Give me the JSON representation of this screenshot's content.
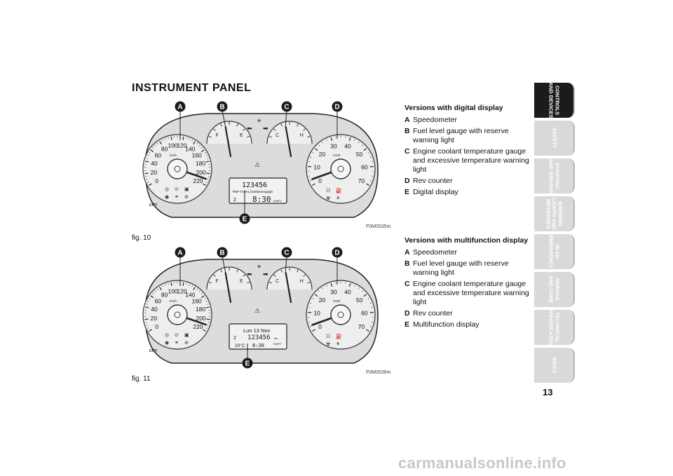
{
  "title": "INSTRUMENT PANEL",
  "figures": [
    {
      "caption": "fig. 10",
      "code": "F0M0535m",
      "callouts": [
        "A",
        "B",
        "C",
        "D",
        "E"
      ],
      "display": {
        "odometer": "123456",
        "trip_line": "TRIP TOTAL",
        "units": "l/100km/mpg/gh",
        "clock": "8:30",
        "gear_prefix": "2",
        "shift": "SHIFT"
      }
    },
    {
      "caption": "fig. 11",
      "code": "F0M0536m",
      "callouts": [
        "A",
        "B",
        "C",
        "D",
        "E"
      ],
      "display": {
        "date": "Lun 13 Nov",
        "odometer": "123456",
        "km": "km",
        "temp": "20°C",
        "clock": "8:30",
        "gear_prefix": "2",
        "shift": "SHIFT"
      }
    }
  ],
  "speedo_labels": [
    "0",
    "20",
    "40",
    "60",
    "80",
    "100",
    "120",
    "140",
    "160",
    "180",
    "200",
    "220"
  ],
  "speedo_unit": "km/h",
  "rev_labels": [
    "0",
    "10",
    "20",
    "30",
    "40",
    "50",
    "60",
    "70"
  ],
  "rev_unit": "X100",
  "fuel_labels": {
    "full": "F",
    "empty": "E"
  },
  "temp_labels": {
    "cold": "C",
    "hot": "H"
  },
  "city_label": "CITY",
  "sections": [
    {
      "heading": "Versions with digital display",
      "items": [
        {
          "key": "A",
          "text": "Speedometer"
        },
        {
          "key": "B",
          "text": "Fuel level gauge with reserve warning light"
        },
        {
          "key": "C",
          "text": "Engine coolant temperature gauge and excessive temperature warning light"
        },
        {
          "key": "D",
          "text": "Rev counter"
        },
        {
          "key": "E",
          "text": "Digital display"
        }
      ]
    },
    {
      "heading": "Versions with multifunction display",
      "items": [
        {
          "key": "A",
          "text": "Speedometer"
        },
        {
          "key": "B",
          "text": "Fuel level gauge with reserve warning light"
        },
        {
          "key": "C",
          "text": "Engine coolant temperature gauge and excessive temperature warning light"
        },
        {
          "key": "D",
          "text": "Rev counter"
        },
        {
          "key": "E",
          "text": "Multifunction display"
        }
      ]
    }
  ],
  "tabs": [
    {
      "label": "CONTROLS\nAND DEVICES",
      "active": true
    },
    {
      "label": "SAFETY",
      "active": false
    },
    {
      "label": "STARTING\nAND DRIVING",
      "active": false
    },
    {
      "label": "WARNING\nLIGHTS AND\nMESSAGES",
      "active": false
    },
    {
      "label": "IN AN\nEMERGENCY",
      "active": false
    },
    {
      "label": "SERVICE\nAND CARE",
      "active": false
    },
    {
      "label": "TECHNICAL\nSPECIFICATIONS",
      "active": false
    },
    {
      "label": "INDEX",
      "active": false
    }
  ],
  "page_number": "13",
  "watermark": "carmanualsonline.info"
}
